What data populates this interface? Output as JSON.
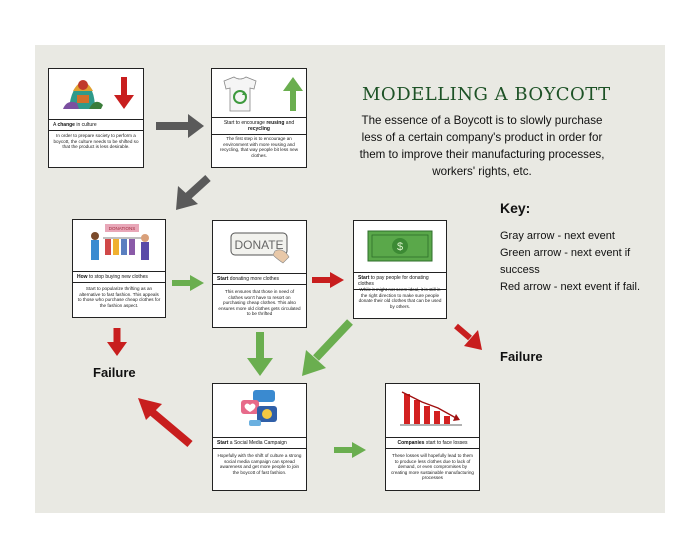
{
  "title": "MODELLING A BOYCOTT",
  "subtitle": "The essence of a Boycott is to slowly purchase less of a certain company's product in order for them to improve their manufacturing processes, workers' rights, etc.",
  "key": {
    "title": "Key:",
    "gray": "Gray arrow - next event",
    "green": "Green arrow - next event if success",
    "red": "Red arrow - next event if fail."
  },
  "failure_labels": [
    "Failure",
    "Failure"
  ],
  "image_text": {
    "donate_sign": "DONATE",
    "shop_sign": "DONATIONS"
  },
  "cards": {
    "change_culture": {
      "cap_pre": "A ",
      "cap_bold": "change",
      "cap_post": " in culture",
      "desc": "In order to prepare society to perform a boycott, the culture needs to be shifted so that the product is less desirable."
    },
    "reusing": {
      "cap_pre": "Start to encourage ",
      "cap_bold": "reusing",
      "cap_post": " and ",
      "cap_bold2": "recycling",
      "desc": "The first step is to encourage an environment with more reusing and recycling, that way people bit less new clothes."
    },
    "stop_buying": {
      "cap_pre": "",
      "cap_bold": "How",
      "cap_post": " to stop buying new clothes",
      "desc": "Start to popularize thrifting as an alternative to fast fashion. This appeals to those who purchase cheap clothes for the fashion aspect."
    },
    "donating": {
      "cap_pre": "",
      "cap_bold": "Start",
      "cap_post": " donating more clothes",
      "desc": "This ensures that those in need of clothes won't have to resort on purchasing cheap clothes. This also ensures more old clothes gets circulated to be thrifted"
    },
    "pay_people": {
      "cap_pre": "",
      "cap_bold": "Start",
      "cap_post": " to pay people for donating clothes",
      "desc": "While it might not seem ideal, it is still in the right direction to make sure people donate their old clothes that can be used by others."
    },
    "social_media": {
      "cap_pre": "",
      "cap_bold": "Start",
      "cap_post": " a Social Media Campaign",
      "desc": "Hopefully with the shift of culture a strong social media campaign can spread awareness and get more people to join the boycott of fast fashion."
    },
    "companies_losses": {
      "cap_pre": "",
      "cap_bold": "Companies",
      "cap_post": " start to face losses",
      "desc": "These losses will hopefully lead to them to produce less clothes due to lack of demand, or even compromises by creating more sustainable manufacturing processes"
    }
  },
  "colors": {
    "gray_arrow": "#5a5a5a",
    "green_arrow": "#6aae4f",
    "red_arrow": "#c81e1e",
    "title": "#1d5226",
    "background": "#e9e9e3"
  }
}
